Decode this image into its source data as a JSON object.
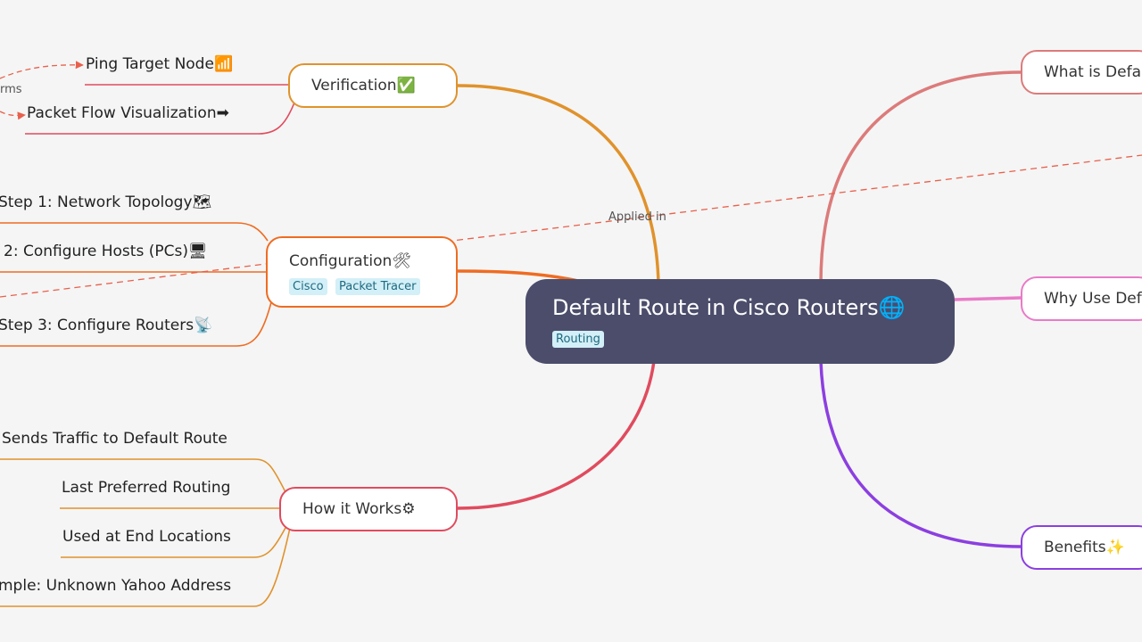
{
  "root": {
    "title": "Default Route in Cisco Routers",
    "icon": "🌐",
    "tag": "Routing"
  },
  "branches": {
    "verification": {
      "label": "Verification",
      "icon": "✅",
      "color": "#e0922b",
      "leaves": [
        {
          "label": "Ping Target Node",
          "icon": "📶"
        },
        {
          "label": "Packet Flow Visualization",
          "icon": "➡"
        }
      ]
    },
    "configuration": {
      "label": "Configuration",
      "icon": "🛠",
      "color": "#ef6c22",
      "tags": [
        "Cisco",
        "Packet Tracer"
      ],
      "leaves": [
        {
          "label": "Step 1: Network Topology",
          "icon": "🗺"
        },
        {
          "label": "2: Configure Hosts (PCs)",
          "icon": "🖥"
        },
        {
          "label": "Step 3: Configure Routers",
          "icon": "📡"
        }
      ]
    },
    "how_it_works": {
      "label": "How it Works",
      "icon": "⚙",
      "color": "#e04b5e",
      "leaves": [
        {
          "label": "Sends Traffic to Default Route"
        },
        {
          "label": "Last Preferred Routing"
        },
        {
          "label": "Used at End Locations"
        },
        {
          "label": "mple: Unknown Yahoo Address"
        }
      ]
    },
    "what_is": {
      "label": "What is Defa",
      "color": "#dc7b7b"
    },
    "why_use": {
      "label": "Why Use Def",
      "color": "#e97bc8"
    },
    "benefits": {
      "label": "Benefits",
      "icon": "✨",
      "color": "#8c3fe0"
    }
  },
  "relations": {
    "applied_in": "Applied in",
    "confirms": "rms"
  },
  "colors": {
    "background": "#f5f5f5",
    "root_fill": "#4b4d6b",
    "relation_line": "#e8604c",
    "tag_fill": "#d3eff7"
  }
}
